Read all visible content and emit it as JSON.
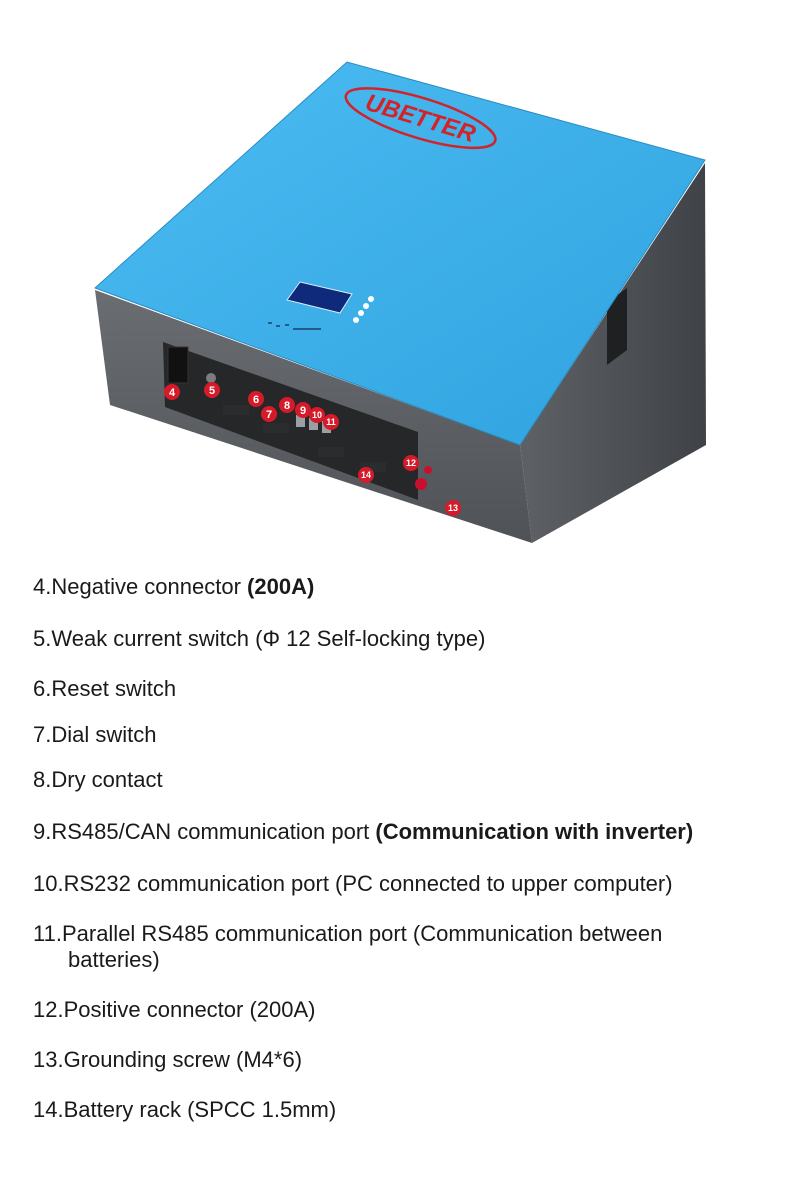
{
  "figure": {
    "brand": "UBETTER",
    "callouts": [
      "4",
      "5",
      "6",
      "7",
      "8",
      "9",
      "10",
      "11",
      "12",
      "13",
      "14"
    ],
    "colors": {
      "top_panel": "#3fb0ea",
      "body": "#55585c",
      "callout": "#d51b2a",
      "brand_text": "#d2232a"
    }
  },
  "specs": [
    {
      "num": "4.",
      "text": "Negative connector ",
      "bold": "(200A)",
      "tail": ""
    },
    {
      "num": "5.",
      "text": "Weak current switch (Φ 12 Self-locking type)",
      "bold": "",
      "tail": ""
    },
    {
      "num": "6.",
      "text": "Reset switch",
      "bold": "",
      "tail": ""
    },
    {
      "num": "7.",
      "text": "Dial switch",
      "bold": "",
      "tail": ""
    },
    {
      "num": "8.",
      "text": "Dry contact",
      "bold": "",
      "tail": ""
    },
    {
      "num": "9.",
      "text": "RS485/CAN communication port ",
      "bold": "(Communication with inverter)",
      "tail": ""
    },
    {
      "num": "10.",
      "text": "RS232 communication port (PC connected to upper computer)",
      "bold": "",
      "tail": ""
    },
    {
      "num": "11.",
      "text": "Parallel RS485 communication port (Communication between",
      "bold": "",
      "tail": "batteries)"
    },
    {
      "num": "12.",
      "text": "Positive connector (200A)",
      "bold": "",
      "tail": ""
    },
    {
      "num": "13.",
      "text": "Grounding screw (M4*6)",
      "bold": "",
      "tail": ""
    },
    {
      "num": "14.",
      "text": "Battery rack (SPCC 1.5mm)",
      "bold": "",
      "tail": ""
    }
  ]
}
